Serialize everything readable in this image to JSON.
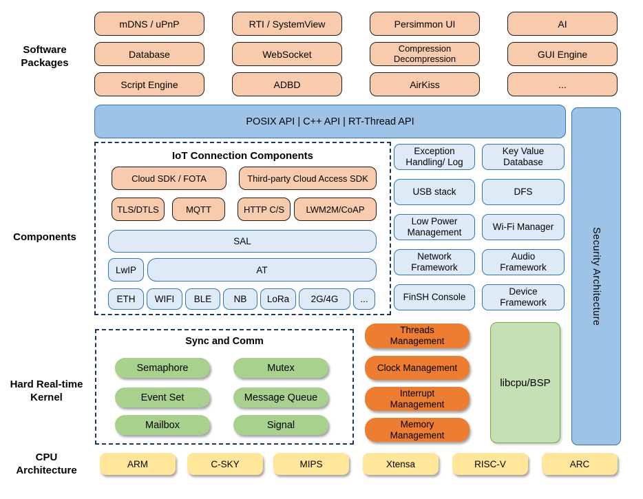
{
  "labels": {
    "software": "Software\nPackages",
    "components": "Components",
    "kernel": "Hard Real-time\nKernel",
    "cpu": "CPU\nArchitecture"
  },
  "software_packages": {
    "items": [
      "mDNS / uPnP",
      "RTI / SystemView",
      "Persimmon UI",
      "AI",
      "Database",
      "WebSocket",
      "Compression\nDecompression",
      "GUI Engine",
      "Script Engine",
      "ADBD",
      "AirKiss",
      "..."
    ]
  },
  "api_bar": {
    "label": "POSIX API | C++ API | RT-Thread API"
  },
  "security_bar": {
    "label": "Security Architecture"
  },
  "iot": {
    "title": "IoT Connection Components",
    "sdk_boxes": [
      "Cloud SDK / FOTA",
      "Third-party Cloud Access SDK"
    ],
    "protocol_boxes": [
      "TLS/DTLS",
      "MQTT",
      "HTTP C/S",
      "LWM2M/CoAP"
    ],
    "sal": "SAL",
    "lwip": "LwIP",
    "at": "AT",
    "links": [
      "ETH",
      "WIFI",
      "BLE",
      "NB",
      "LoRa",
      "2G/4G",
      "..."
    ]
  },
  "services": {
    "items": [
      "Exception\nHandling/ Log",
      "Key Value\nDatabase",
      "USB stack",
      "DFS",
      "Low Power\nManagement",
      "Wi-Fi Manager",
      "Network\nFramework",
      "Audio\nFramework",
      "FinSH Console",
      "Device\nFramework"
    ]
  },
  "kernel": {
    "sync_title": "Sync and Comm",
    "sync_items": [
      "Semaphore",
      "Mutex",
      "Event Set",
      "Message Queue",
      "Mailbox",
      "Signal"
    ],
    "mgmt_items": [
      "Threads\nManagement",
      "Clock Management",
      "Interrupt\nManagement",
      "Memory\nManagement"
    ],
    "libcpu": "libcpu/BSP"
  },
  "cpu": {
    "items": [
      "ARM",
      "C-SKY",
      "MIPS",
      "Xtensa",
      "RISC-V",
      "ARC"
    ]
  },
  "colors": {
    "package_fill": "#F8CBAD",
    "api_bar_fill": "#9DC3E6",
    "component_fill": "#DEEBF7",
    "component_border": "#2E75B6",
    "kernel_green": "#A9D18E",
    "mgmt_orange": "#ED7D31",
    "libcpu_green": "#C5E0B4",
    "cpu_yellow": "#FFE699",
    "dashed_border": "#17375E"
  }
}
